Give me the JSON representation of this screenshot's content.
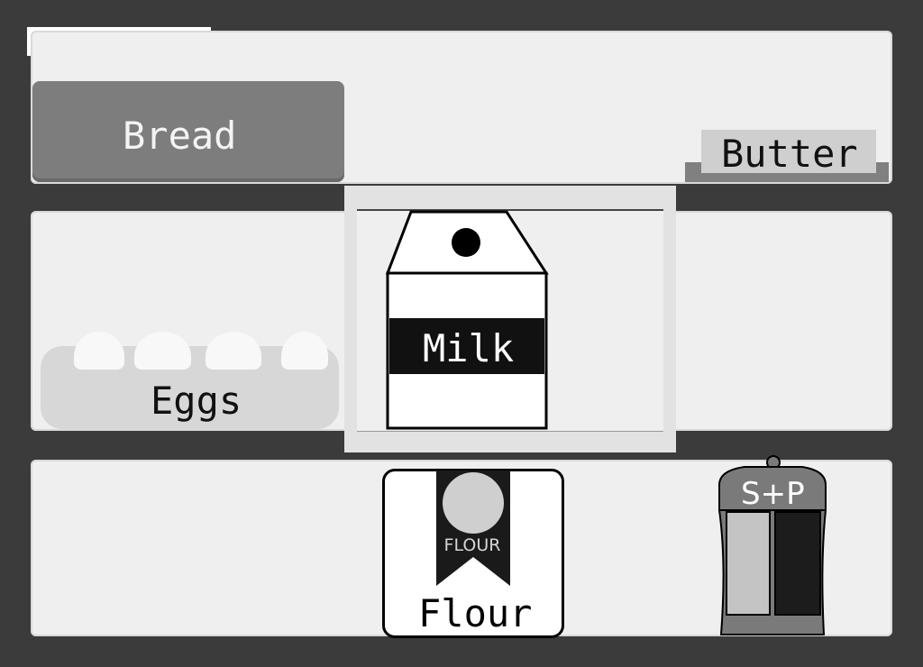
{
  "items": {
    "bread": "Bread",
    "butter": "Butter",
    "eggs": "Eggs",
    "milk": "Milk",
    "flour": "Flour",
    "flour_tag": "FLOUR",
    "salt_pepper": "S+P"
  },
  "colors": {
    "background": "#3b3b3b",
    "shelf": "#efefef",
    "selection": "#e2e2e2"
  },
  "selected_item": "milk"
}
